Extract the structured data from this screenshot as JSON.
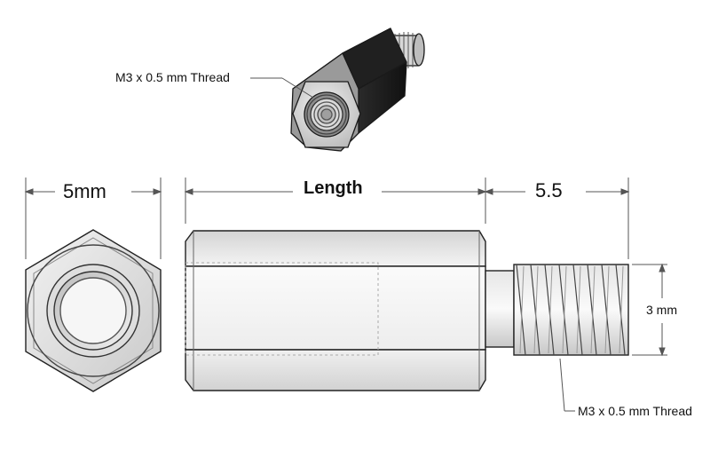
{
  "labels": {
    "iso_thread_callout": "M3 x 0.5 mm Thread",
    "hex_width": "5mm",
    "length": "Length",
    "stud_length": "5.5",
    "stud_diameter": "3 mm",
    "stud_thread_callout": "M3 x 0.5 mm Thread"
  }
}
